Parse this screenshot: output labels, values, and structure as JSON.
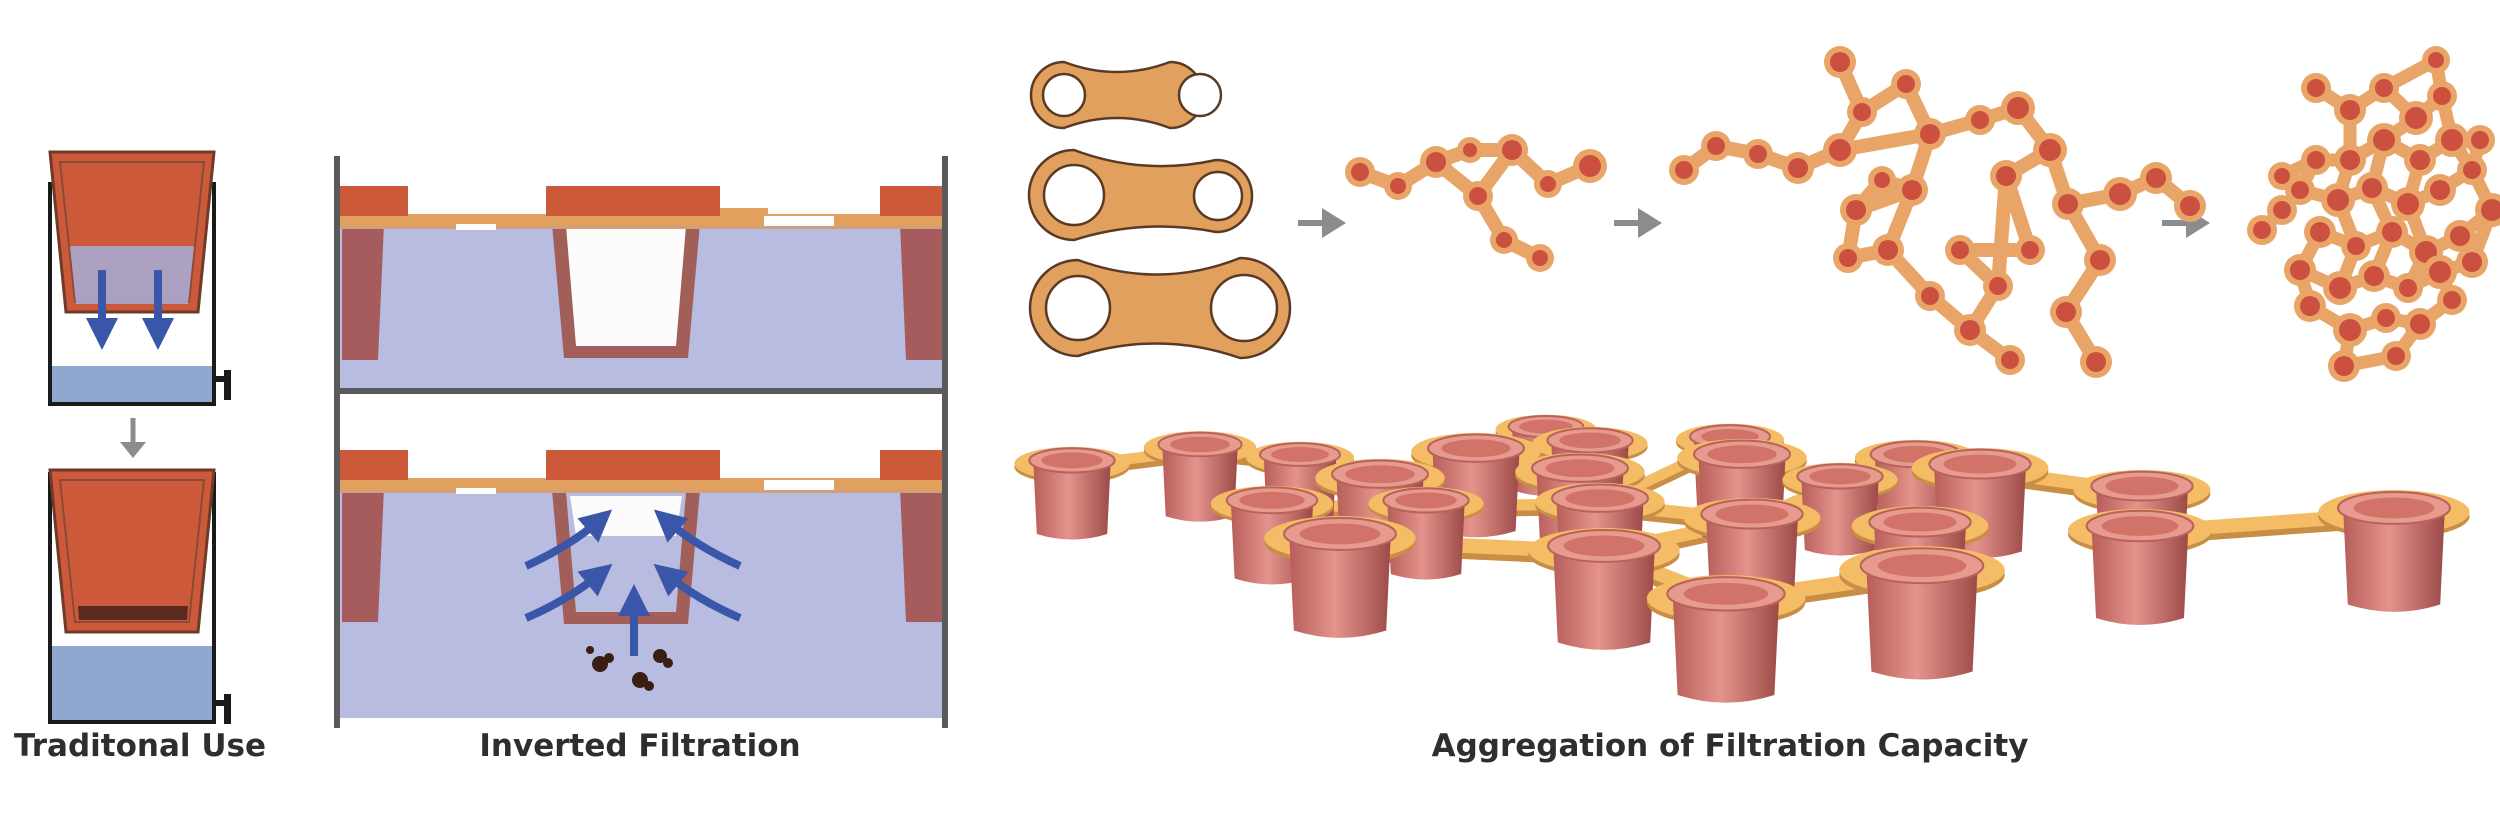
{
  "captions": {
    "traditional": "Traditonal Use",
    "inverted": "Inverted Filtration",
    "aggregation": "Aggregation of Filtration Capacity"
  },
  "colors": {
    "terracotta": "#cc5a3a",
    "terracotta_dark": "#a3584f",
    "water_light": "#b8bce0",
    "water_blue": "#8ea8d0",
    "arrow_blue": "#3a56a8",
    "plate_orange": "#e2a05e",
    "link_orange": "#e9a468",
    "node_red": "#cc5040",
    "cup_pink": "#d98078",
    "flange_yellow": "#f4bc64",
    "frame_gray": "#5a5a5a",
    "step_arrow_gray": "#8c8c8c",
    "sediment": "#3a1e14"
  },
  "icons": [
    "down-arrow-icon",
    "right-arrow-icon",
    "flow-arrow-icon"
  ]
}
